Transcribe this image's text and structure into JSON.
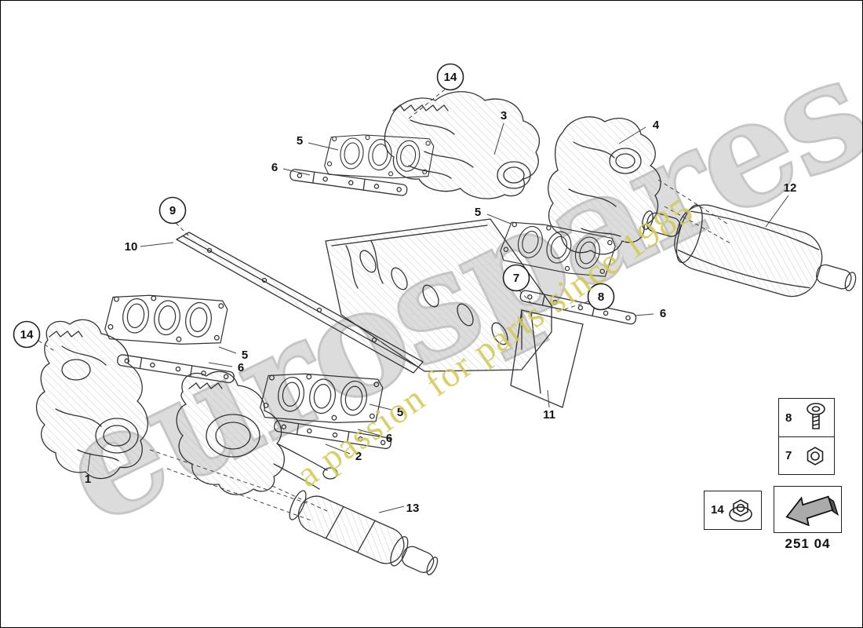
{
  "watermark": {
    "brand": "eurospares",
    "tagline": "a passion for parts since 1985",
    "brand_color": "#c6c6c6",
    "tagline_color": "#d3ca58"
  },
  "diagram": {
    "callouts": [
      {
        "label": "14",
        "style": "circled"
      },
      {
        "label": "5",
        "style": "plain"
      },
      {
        "label": "6",
        "style": "plain"
      },
      {
        "label": "3",
        "style": "plain"
      },
      {
        "label": "4",
        "style": "plain"
      },
      {
        "label": "5",
        "style": "plain"
      },
      {
        "label": "12",
        "style": "plain"
      },
      {
        "label": "9",
        "style": "circled"
      },
      {
        "label": "10",
        "style": "plain"
      },
      {
        "label": "7",
        "style": "circled"
      },
      {
        "label": "8",
        "style": "circled"
      },
      {
        "label": "6",
        "style": "plain"
      },
      {
        "label": "14",
        "style": "circled"
      },
      {
        "label": "5",
        "style": "plain"
      },
      {
        "label": "6",
        "style": "plain"
      },
      {
        "label": "5",
        "style": "plain"
      },
      {
        "label": "6",
        "style": "plain"
      },
      {
        "label": "2",
        "style": "plain"
      },
      {
        "label": "11",
        "style": "plain"
      },
      {
        "label": "1",
        "style": "plain"
      },
      {
        "label": "13",
        "style": "plain"
      }
    ]
  },
  "legend": {
    "fasteners": [
      {
        "number": "8",
        "icon": "socket-bolt-icon"
      },
      {
        "number": "7",
        "icon": "hex-nut-icon"
      },
      {
        "number": "14",
        "icon": "flange-nut-icon"
      }
    ],
    "nav_icon": "back-arrow-icon",
    "part_code": "251 04"
  }
}
